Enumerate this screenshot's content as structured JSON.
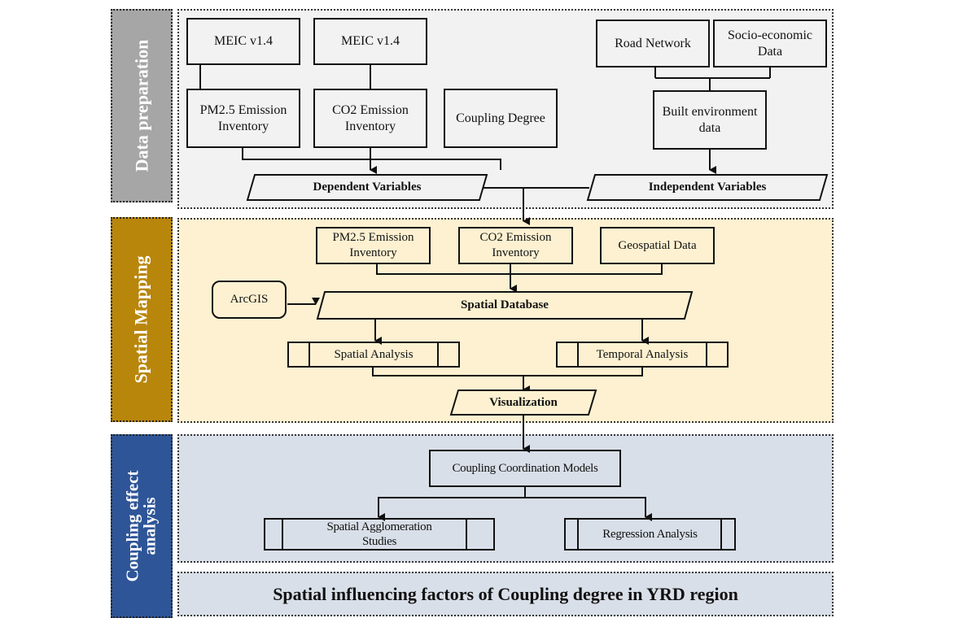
{
  "colors": {
    "data_prep_label_bg": "#a6a6a6",
    "data_prep_panel_bg": "#f2f2f2",
    "spatial_label_bg": "#b8860b",
    "spatial_panel_bg": "#fdf1d1",
    "coupling_label_bg": "#2e5597",
    "coupling_panel_bg": "#d9dfe8"
  },
  "sections": {
    "data_preparation": {
      "label": "Data preparation",
      "sources": [
        "MEIC v1.4",
        "MEIC v1.4",
        "Road Network",
        "Socio-economic Data"
      ],
      "inventories": [
        "PM2.5 Emission Inventory",
        "CO2 Emission Inventory",
        "Coupling Degree"
      ],
      "built_environment": "Built environment data",
      "dependent_variables": "Dependent Variables",
      "independent_variables": "Independent Variables"
    },
    "spatial_mapping": {
      "label": "Spatial Mapping",
      "inputs": [
        "PM2.5 Emission Inventory",
        "CO2 Emission Inventory",
        "Geospatial Data"
      ],
      "tool": "ArcGIS",
      "database": "Spatial Database",
      "analyses": [
        "Spatial Analysis",
        "Temporal Analysis"
      ],
      "visualization": "Visualization"
    },
    "coupling_effect": {
      "label_line1": "Coupling effect",
      "label_line2": "analysis",
      "model": "Coupling Coordination Models",
      "outputs": [
        "Spatial Agglomeration Studies",
        "Regression Analysis"
      ],
      "conclusion": "Spatial influencing factors of Coupling degree in YRD region"
    }
  }
}
